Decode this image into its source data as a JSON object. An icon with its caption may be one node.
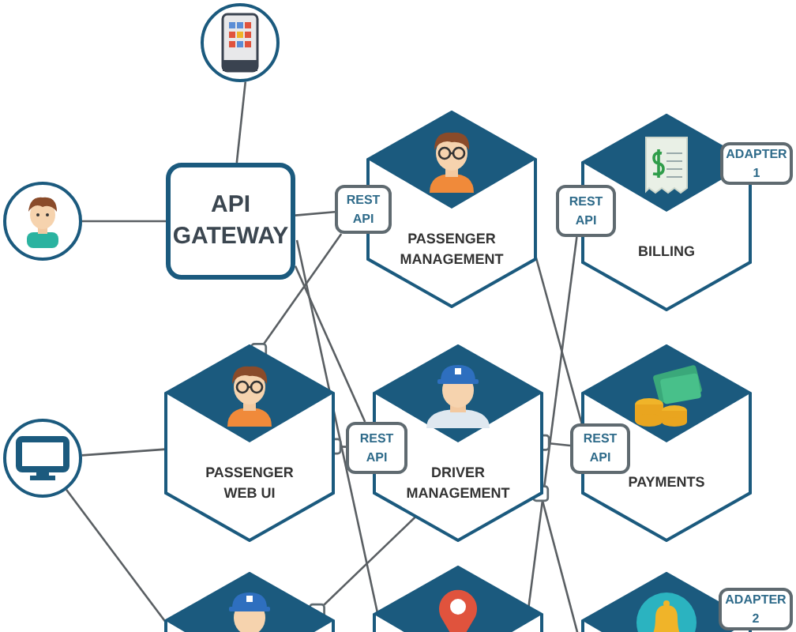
{
  "diagram": {
    "nodes": [
      {
        "text": [],
        "shape": "circle"
      },
      {
        "text": [],
        "shape": "circle"
      },
      {
        "text": [
          "API GATEWAY"
        ]
      },
      {
        "text": [
          "REST API"
        ]
      },
      {
        "text": [
          "PASSENGER MANAGEMENT"
        ]
      },
      {
        "text": [
          "REST API"
        ]
      },
      {
        "text": [
          "BILLING"
        ]
      },
      {
        "text": [
          "ADAPTER 1"
        ]
      },
      {
        "text": [
          "PASSENGER WEB UI"
        ]
      },
      {
        "text": [
          "REST API"
        ]
      },
      {
        "text": [
          "DRIVER MANAGEMENT"
        ]
      },
      {
        "text": [
          "REST API"
        ]
      },
      {
        "text": [
          "PAYMENTS"
        ]
      },
      {
        "text": [],
        "shape": "circle"
      },
      {
        "text": [],
        "shape": "hexagon"
      },
      {
        "text": [],
        "shape": "hexagon"
      },
      {
        "text": [],
        "shape": "hexagon"
      },
      {
        "text": [
          "ADAPTER 2"
        ]
      }
    ],
    "edges": [
      {
        "from": 0,
        "to": 2,
        "arrow": "none"
      },
      {
        "from": 1,
        "to": 2,
        "arrow": "none"
      },
      {
        "from": 2,
        "to": 3,
        "arrow": "none"
      },
      {
        "from": 2,
        "to": 9,
        "arrow": "none"
      },
      {
        "from": 2,
        "to": 15,
        "arrow": "none"
      },
      {
        "from": 3,
        "to": 8,
        "arrow": "other"
      },
      {
        "from": 4,
        "to": 11,
        "arrow": "none"
      },
      {
        "from": 5,
        "to": 15,
        "arrow": "none"
      },
      {
        "from": 9,
        "to": 8,
        "arrow": "other"
      },
      {
        "from": 11,
        "to": 10,
        "arrow": "other"
      },
      {
        "from": 16,
        "to": 10,
        "arrow": "other"
      },
      {
        "from": 10,
        "to": 14,
        "arrow": "other"
      },
      {
        "from": 13,
        "to": 8,
        "arrow": "none"
      },
      {
        "from": 13,
        "to": 14,
        "arrow": "none"
      }
    ]
  }
}
